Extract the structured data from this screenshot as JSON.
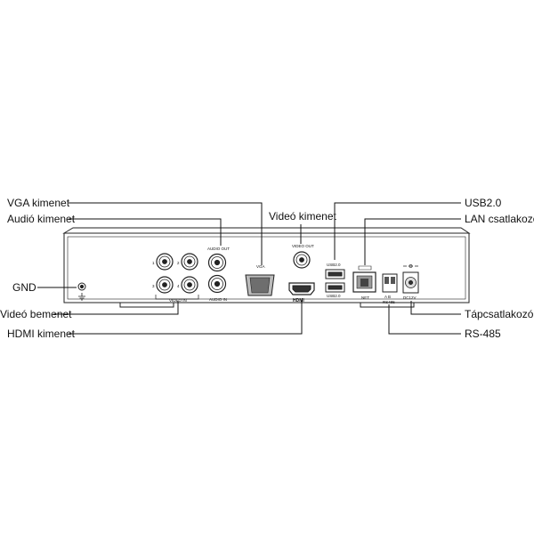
{
  "callouts": {
    "vga_out": "VGA kimenet",
    "audio_out": "Audió kimenet",
    "gnd": "GND",
    "video_in": "Videó bemenet",
    "hdmi_out": "HDMI kimenet",
    "video_out": "Videó kimenet",
    "usb": "USB2.0",
    "lan": "LAN csatlakozó",
    "power": "Tápcsatlakozó",
    "rs485": "RS-485"
  },
  "panel_labels": {
    "audio_out": "AUDIO OUT",
    "audio_in": "AUDIO IN",
    "video_in": "VIDEO IN",
    "vga": "VGA",
    "video_out": "VIDEO OUT",
    "usb_top": "USB2.0",
    "usb_bottom": "USB2.0",
    "lan": "NET",
    "rs485": "RS485",
    "rs485_ab": "A  B",
    "power": "DC12V",
    "hdmi": "HDMI",
    "ch1": "1",
    "ch2": "2",
    "ch3": "3",
    "ch4": "4"
  }
}
